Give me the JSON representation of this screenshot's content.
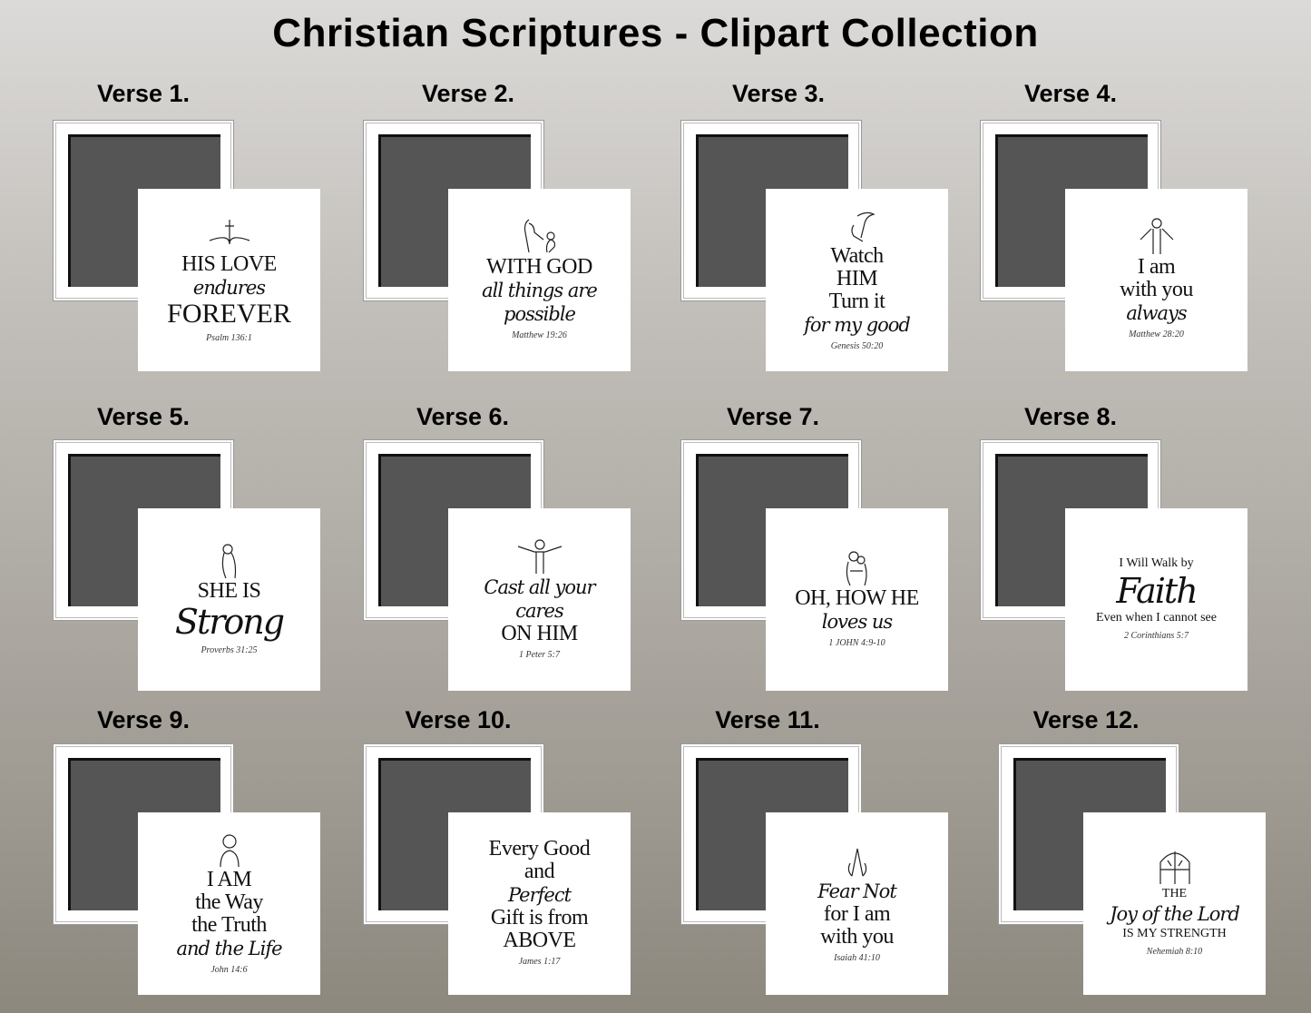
{
  "title": "Christian Scriptures - Clipart Collection",
  "verses": [
    {
      "label": "Verse 1.",
      "icon": "cross-bible-icon",
      "lines": [
        "HIS LOVE",
        "endures",
        "FOREVER",
        "Psalm 136:1"
      ]
    },
    {
      "label": "Verse 2.",
      "icon": "jesus-helping-hand-icon",
      "lines": [
        "WITH GOD",
        "all things are possible",
        "Matthew 19:26"
      ]
    },
    {
      "label": "Verse 3.",
      "icon": "dove-hands-icon",
      "lines": [
        "Watch",
        "HIM",
        "Turn it",
        "for my good",
        "Genesis 50:20"
      ]
    },
    {
      "label": "Verse 4.",
      "icon": "jesus-figure-icon",
      "lines": [
        "I am",
        "with you",
        "always",
        "Matthew 28:20"
      ]
    },
    {
      "label": "Verse 5.",
      "icon": "woman-figure-icon",
      "lines": [
        "SHE IS",
        "Strong",
        "Proverbs 31:25"
      ]
    },
    {
      "label": "Verse 6.",
      "icon": "jesus-open-arms-icon",
      "lines": [
        "Cast all your",
        "cares",
        "ON HIM",
        "1 Peter 5:7"
      ]
    },
    {
      "label": "Verse 7.",
      "icon": "embrace-figure-icon",
      "lines": [
        "OH, HOW HE",
        "loves us",
        "1 JOHN 4:9-10"
      ]
    },
    {
      "label": "Verse 8.",
      "icon": "",
      "lines": [
        "I Will Walk by",
        "Faith",
        "Even when I cannot see",
        "2 Corinthians 5:7"
      ]
    },
    {
      "label": "Verse 9.",
      "icon": "jesus-portrait-icon",
      "lines": [
        "I AM",
        "the Way",
        "the Truth",
        "and the Life",
        "John 14:6"
      ]
    },
    {
      "label": "Verse 10.",
      "icon": "",
      "lines": [
        "Every Good",
        "and",
        "Perfect",
        "Gift is from",
        "ABOVE",
        "James 1:17"
      ]
    },
    {
      "label": "Verse 11.",
      "icon": "praying-hands-icon",
      "lines": [
        "Fear Not",
        "for I am",
        "with you",
        "Isaiah 41:10"
      ]
    },
    {
      "label": "Verse 12.",
      "icon": "stained-glass-arch-icon",
      "lines": [
        "THE",
        "Joy of the Lord",
        "IS MY STRENGTH",
        "Nehemiah 8:10"
      ]
    }
  ]
}
